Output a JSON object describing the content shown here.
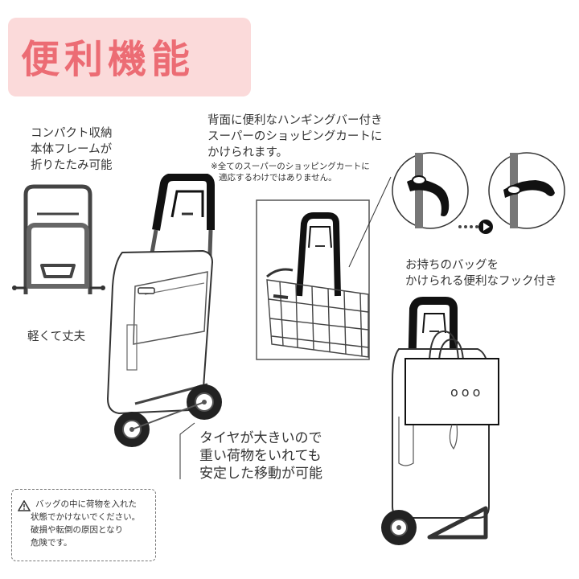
{
  "title": "便利機能",
  "compact": [
    "コンパクト収納",
    "本体フレームが",
    "折りたたみ可能"
  ],
  "light": "軽くて丈夫",
  "hanging": [
    "背面に便利なハンギングバー付き",
    "スーパーのショッピングカートに",
    "かけられます。"
  ],
  "hanging_note": [
    "※全てのスーパーのショッピングカートに",
    "適応するわけではありません。"
  ],
  "hook": [
    "お持ちのバッグを",
    "かけられる便利なフック付き"
  ],
  "tire": [
    "タイヤが大きいので",
    "重い荷物をいれても",
    "安定した移動が可能"
  ],
  "warning": [
    "バッグの中に荷物を入れた",
    "状態でかけないでください。",
    "破損や転倒の原因となり",
    "危険です。"
  ],
  "bag_dots": "ooo"
}
